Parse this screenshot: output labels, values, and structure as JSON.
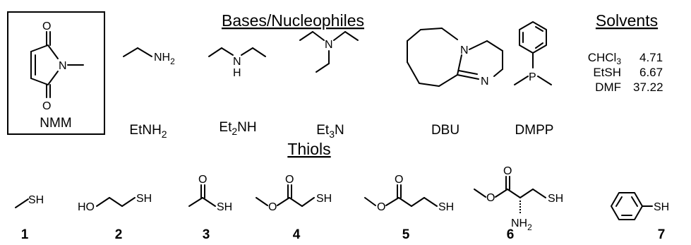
{
  "headers": {
    "bases": "Bases/Nucleophiles",
    "solvents": "Solvents",
    "thiols": "Thiols"
  },
  "nmm": {
    "label": "NMM",
    "atom_O_top": "O",
    "atom_N": "N",
    "atom_O_bottom": "O"
  },
  "bases": {
    "etnh2": {
      "name_pre": "EtNH",
      "name_sub": "2",
      "atom": "NH",
      "atom_sub": "2"
    },
    "et2nh": {
      "name_pre": "Et",
      "name_sub": "2",
      "name_post": "NH",
      "atom_N": "N",
      "atom_H": "H"
    },
    "et3n": {
      "name_pre": "Et",
      "name_sub": "3",
      "name_post": "N",
      "atom_N": "N"
    },
    "dbu": {
      "name": "DBU",
      "atom_N1": "N",
      "atom_N2": "N"
    },
    "dmpp": {
      "name": "DMPP",
      "atom_P": "P"
    }
  },
  "solvents": [
    {
      "name_pre": "CHCl",
      "name_sub": "3",
      "value": "4.71"
    },
    {
      "name_pre": "EtSH",
      "name_sub": "",
      "value": "6.67"
    },
    {
      "name_pre": "DMF",
      "name_sub": "",
      "value": "37.22"
    }
  ],
  "thiols": {
    "t1": {
      "number": "1",
      "atoms": [
        "SH"
      ]
    },
    "t2": {
      "number": "2",
      "atoms": [
        "HO",
        "SH"
      ]
    },
    "t3": {
      "number": "3",
      "atoms": [
        "O",
        "SH"
      ]
    },
    "t4": {
      "number": "4",
      "atoms": [
        "O",
        "O",
        "SH"
      ]
    },
    "t5": {
      "number": "5",
      "atoms": [
        "O",
        "O",
        "SH"
      ]
    },
    "t6": {
      "number": "6",
      "atoms": [
        "O",
        "O",
        "SH",
        "NH",
        "2"
      ]
    },
    "t7": {
      "number": "7",
      "atoms": [
        "SH"
      ]
    }
  }
}
